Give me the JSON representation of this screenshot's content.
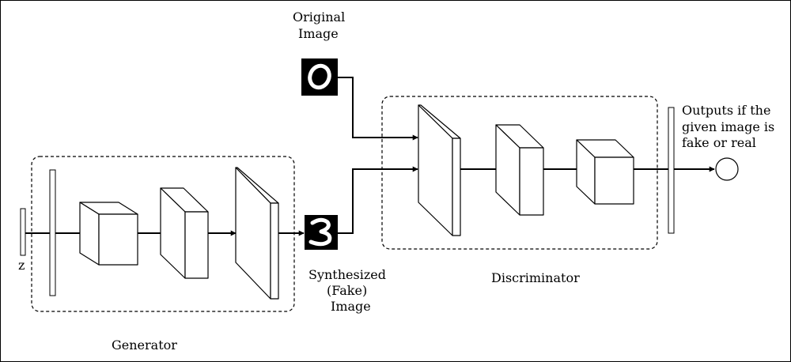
{
  "labels": {
    "original_image": [
      "Original",
      "Image"
    ],
    "synthesized_image": [
      "Synthesized",
      "(Fake)",
      "Image"
    ],
    "output_description": [
      "Outputs if the",
      "given image is",
      "fake or real"
    ],
    "generator": "Generator",
    "discriminator": "Discriminator",
    "noise_input": "z"
  },
  "digits": {
    "original": "0",
    "synthesized": "3"
  },
  "colors": {
    "stroke": "#000000",
    "background": "#ffffff",
    "digit_background": "#000000",
    "digit_foreground": "#ffffff"
  }
}
